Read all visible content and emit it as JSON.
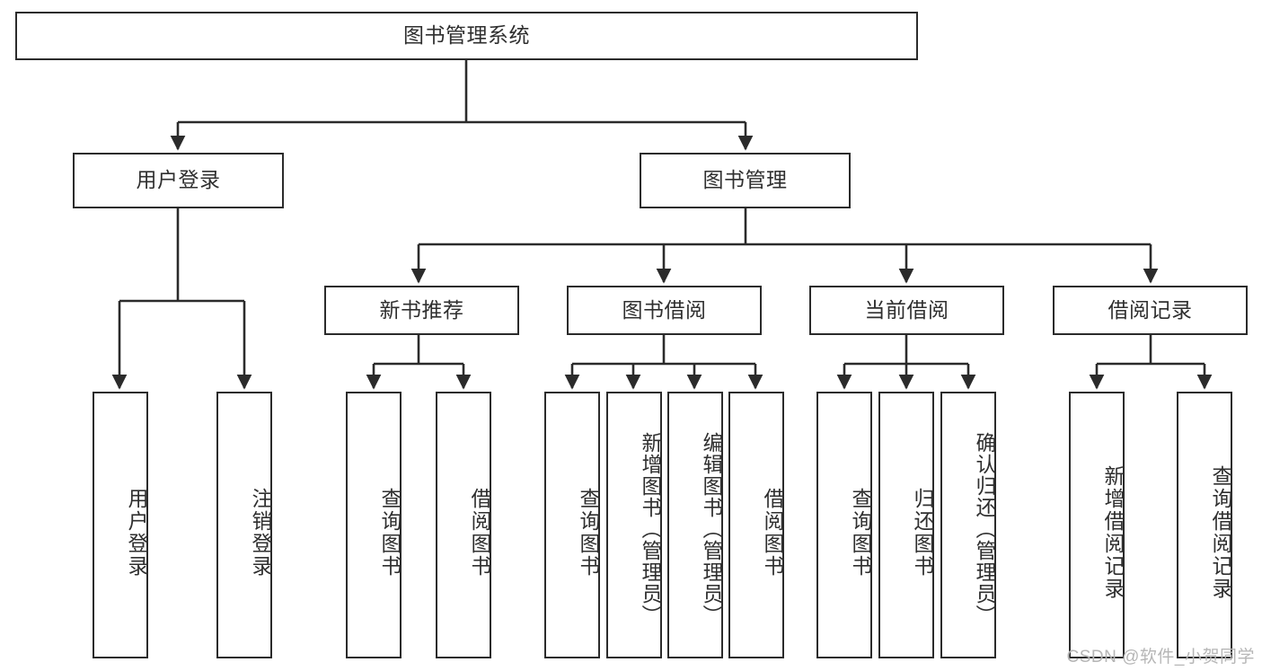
{
  "title": "图书管理系统",
  "watermark": "CSDN @软件_小贺同学",
  "colors": {
    "box_border": "#2b2b2b",
    "box_fill": "#ffffff",
    "text": "#2f2f2f",
    "edge": "#2b2b2b",
    "watermark": "#b6b6b6",
    "background": "#ffffff"
  },
  "chart_data": {
    "type": "diagram",
    "diagram_kind": "tree / functional structure chart",
    "title": "图书管理系统",
    "orientation": "top-down",
    "levels": 4,
    "nodes": [
      {
        "id": "root",
        "label": "图书管理系统",
        "level": 0,
        "parent": null
      },
      {
        "id": "login",
        "label": "用户登录",
        "level": 1,
        "parent": "root"
      },
      {
        "id": "bookmgmt",
        "label": "图书管理",
        "level": 1,
        "parent": "root"
      },
      {
        "id": "login-1",
        "label": "用户登录",
        "level": 2,
        "parent": "login"
      },
      {
        "id": "login-2",
        "label": "注销登录",
        "level": 2,
        "parent": "login"
      },
      {
        "id": "newbook",
        "label": "新书推荐",
        "level": 2,
        "parent": "bookmgmt"
      },
      {
        "id": "borrow",
        "label": "图书借阅",
        "level": 2,
        "parent": "bookmgmt"
      },
      {
        "id": "current",
        "label": "当前借阅",
        "level": 2,
        "parent": "bookmgmt"
      },
      {
        "id": "record",
        "label": "借阅记录",
        "level": 2,
        "parent": "bookmgmt"
      },
      {
        "id": "newbook-1",
        "label": "查询图书",
        "level": 3,
        "parent": "newbook"
      },
      {
        "id": "newbook-2",
        "label": "借阅图书",
        "level": 3,
        "parent": "newbook"
      },
      {
        "id": "borrow-1",
        "label": "查询图书",
        "level": 3,
        "parent": "borrow"
      },
      {
        "id": "borrow-2",
        "label": "新增图书（管理员）",
        "level": 3,
        "parent": "borrow"
      },
      {
        "id": "borrow-3",
        "label": "编辑图书（管理员）",
        "level": 3,
        "parent": "borrow"
      },
      {
        "id": "borrow-4",
        "label": "借阅图书",
        "level": 3,
        "parent": "borrow"
      },
      {
        "id": "current-1",
        "label": "查询图书",
        "level": 3,
        "parent": "current"
      },
      {
        "id": "current-2",
        "label": "归还图书",
        "level": 3,
        "parent": "current"
      },
      {
        "id": "current-3",
        "label": "确认归还（管理员）",
        "level": 3,
        "parent": "current"
      },
      {
        "id": "record-1",
        "label": "新增借阅记录",
        "level": 3,
        "parent": "record"
      },
      {
        "id": "record-2",
        "label": "查询借阅记录",
        "level": 3,
        "parent": "record"
      }
    ]
  },
  "nodes": {
    "root": {
      "label": "图书管理系统"
    },
    "login": {
      "label": "用户登录"
    },
    "bookmgmt": {
      "label": "图书管理"
    },
    "login_1": {
      "label": "用户登录"
    },
    "login_2": {
      "label": "注销登录"
    },
    "newbook": {
      "label": "新书推荐"
    },
    "borrow": {
      "label": "图书借阅"
    },
    "current": {
      "label": "当前借阅"
    },
    "record": {
      "label": "借阅记录"
    },
    "newbook_1": {
      "label": "查询图书"
    },
    "newbook_2": {
      "label": "借阅图书"
    },
    "borrow_1": {
      "label": "查询图书"
    },
    "borrow_2": {
      "label": "新增图书（管理员）"
    },
    "borrow_3": {
      "label": "编辑图书（管理员）"
    },
    "borrow_4": {
      "label": "借阅图书"
    },
    "current_1": {
      "label": "查询图书"
    },
    "current_2": {
      "label": "归还图书"
    },
    "current_3": {
      "label": "确认归还（管理员）"
    },
    "record_1": {
      "label": "新增借阅记录"
    },
    "record_2": {
      "label": "查询借阅记录"
    }
  }
}
